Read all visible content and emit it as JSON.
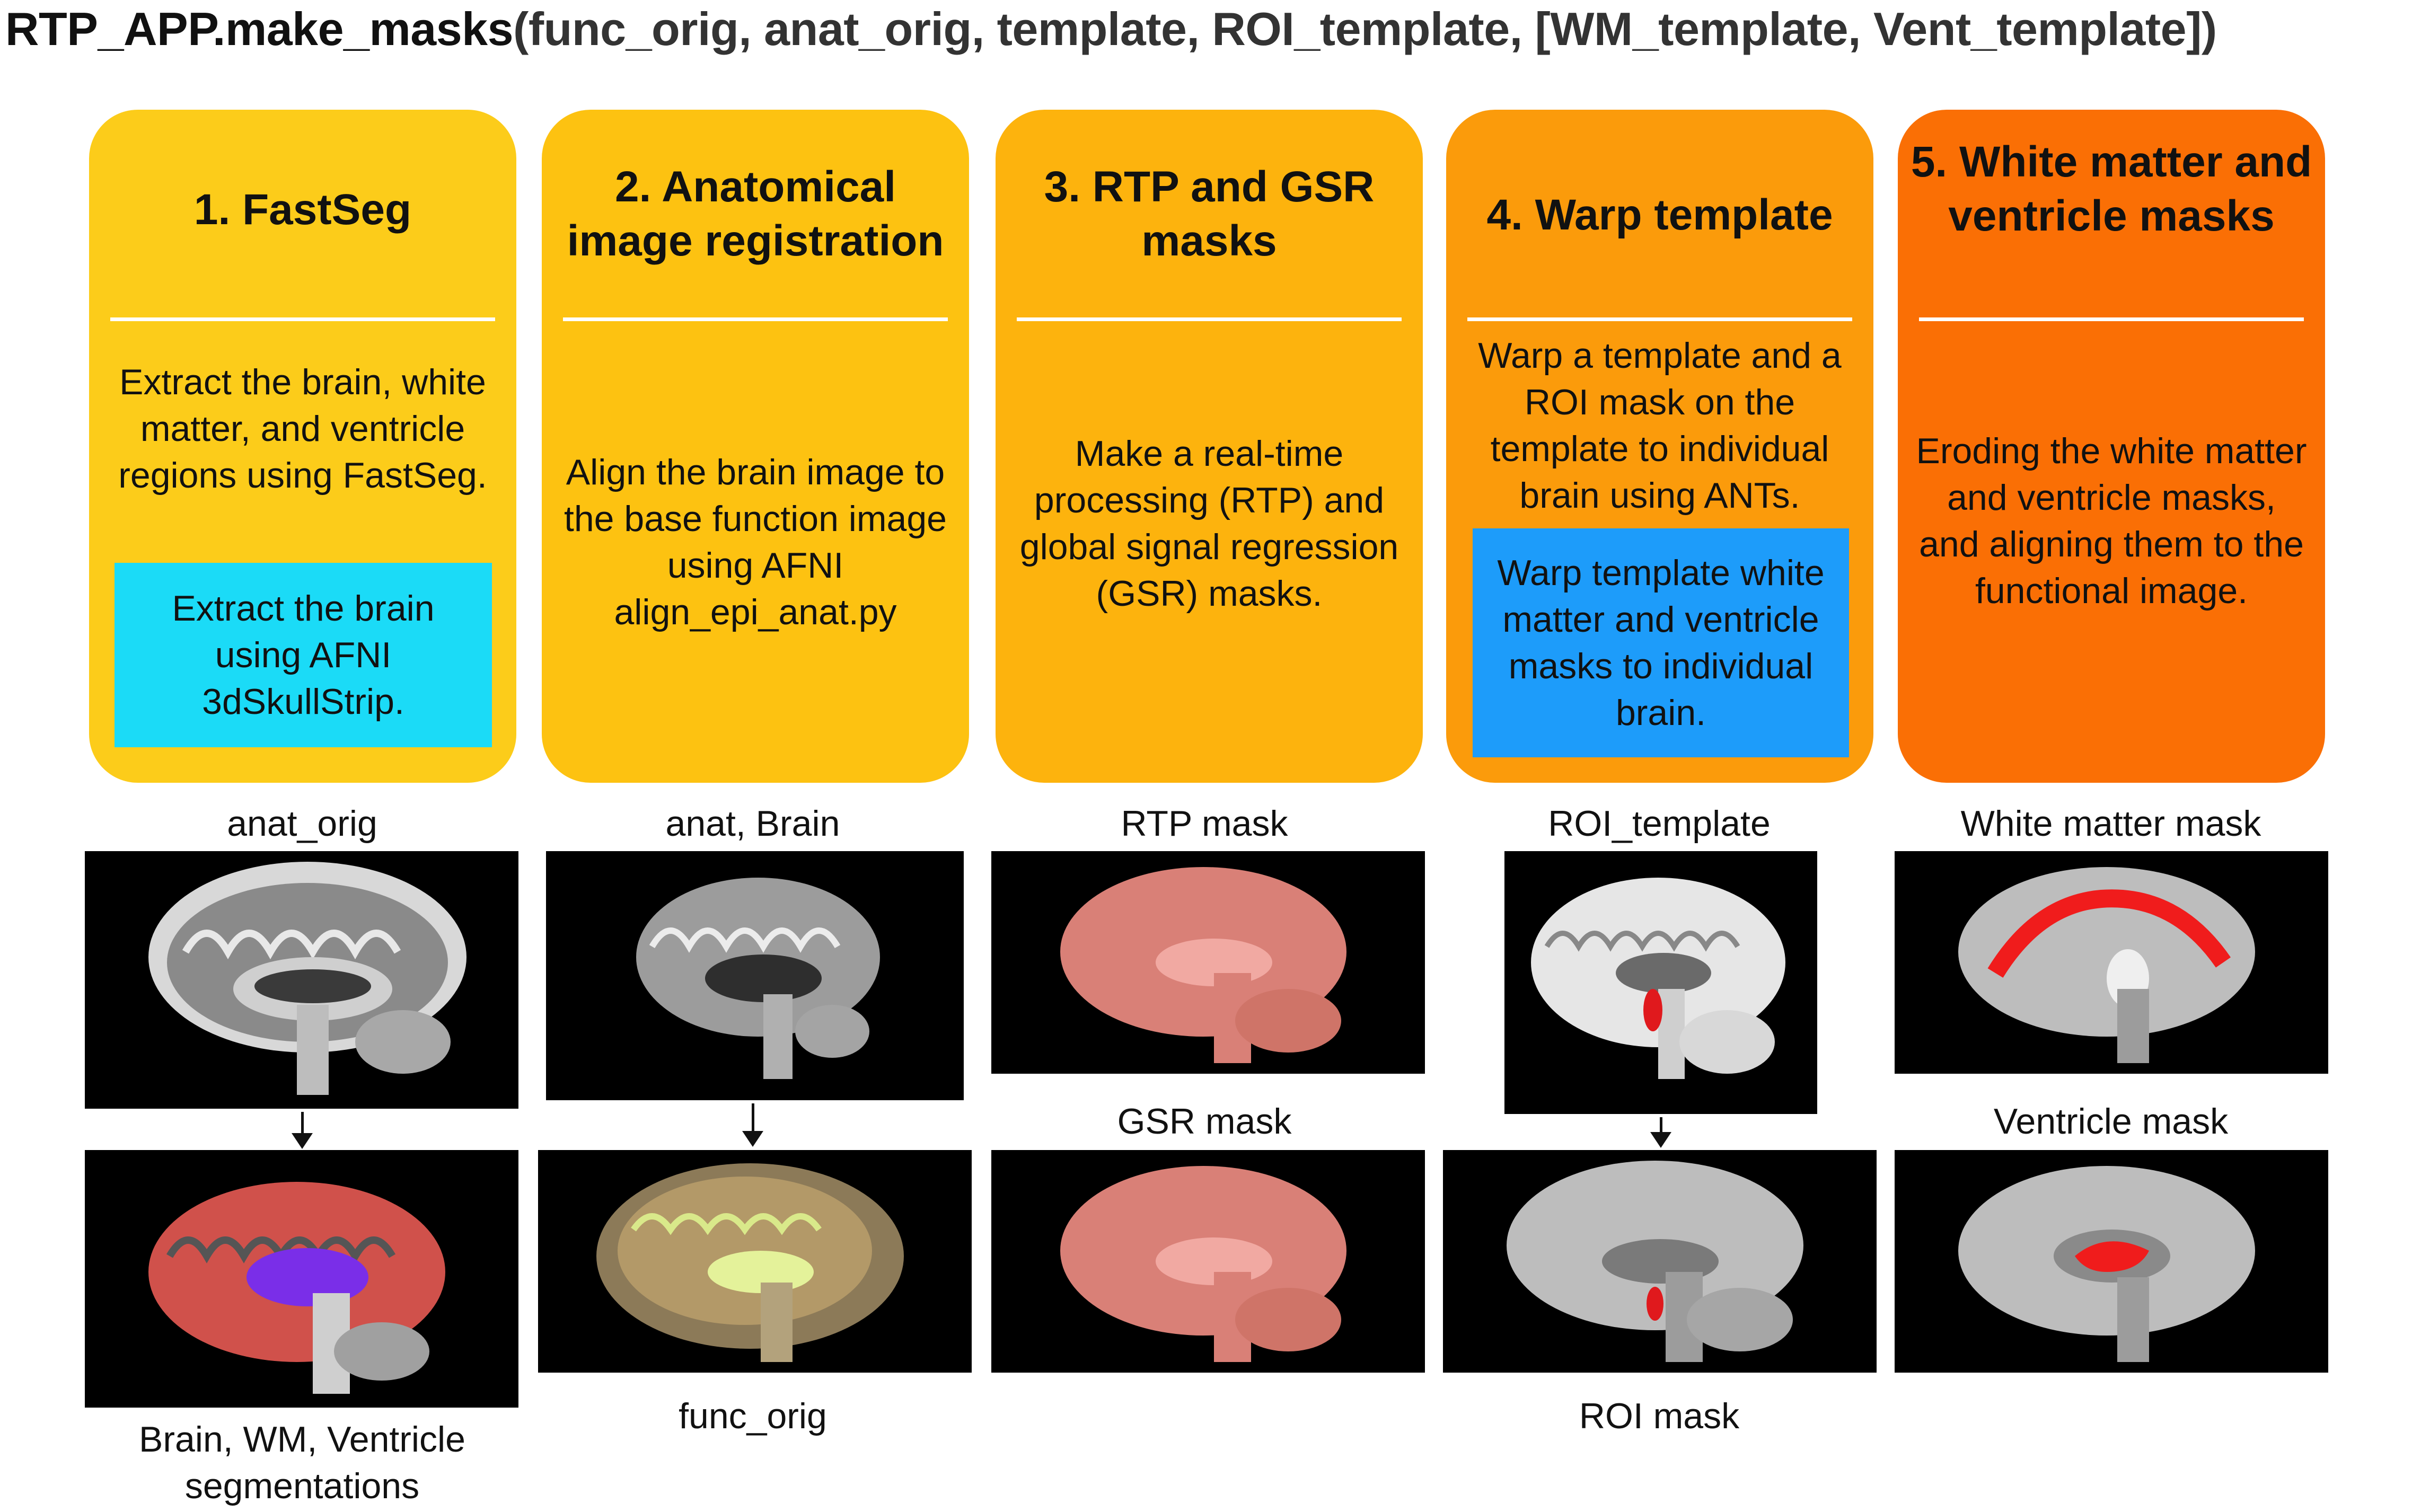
{
  "title": {
    "func": "RTP_APP.make_masks",
    "args": "(func_orig, anat_orig, template, ROI_template, [WM_template, Vent_template])"
  },
  "colors": {
    "step1": "#FCCC1A",
    "step2": "#FDC211",
    "step3": "#FDB30D",
    "step4": "#FB9B0B",
    "step5": "#FA6F05",
    "callout_cyan": "#1BDBF7",
    "callout_blue": "#1D9CFA"
  },
  "steps": [
    {
      "title": "1. FastSeg",
      "description": "Extract the brain, white matter, and ventricle regions using FastSeg.",
      "callout": "Extract the brain using AFNI 3dSkullStrip."
    },
    {
      "title": "2. Anatomical image registration",
      "description": "Align the brain image to the base function image using AFNI align_epi_anat.py"
    },
    {
      "title": "3. RTP and GSR masks",
      "description": "Make a real-time processing (RTP) and global signal regression (GSR) masks."
    },
    {
      "title": "4. Warp template",
      "description": "Warp a template and a ROI mask on the template to individual brain using ANTs.",
      "callout": "Warp template white matter and ventricle masks to individual brain."
    },
    {
      "title": "5. White matter and ventricle masks",
      "description": "Eroding the white matter and ventricle masks, and aligning them to the functional image."
    }
  ],
  "images": {
    "col1_top_label": "anat_orig",
    "col1_bottom_label": "Brain, WM, Ventricle segmentations",
    "col2_top_label": "anat, Brain",
    "col2_bottom_label": "func_orig",
    "col3_top_label": "RTP mask",
    "col3_mid_label": "GSR mask",
    "col4_top_label": "ROI_template",
    "col4_bottom_label": "ROI mask",
    "col5_top_label": "White matter mask",
    "col5_mid_label": "Ventricle mask"
  }
}
